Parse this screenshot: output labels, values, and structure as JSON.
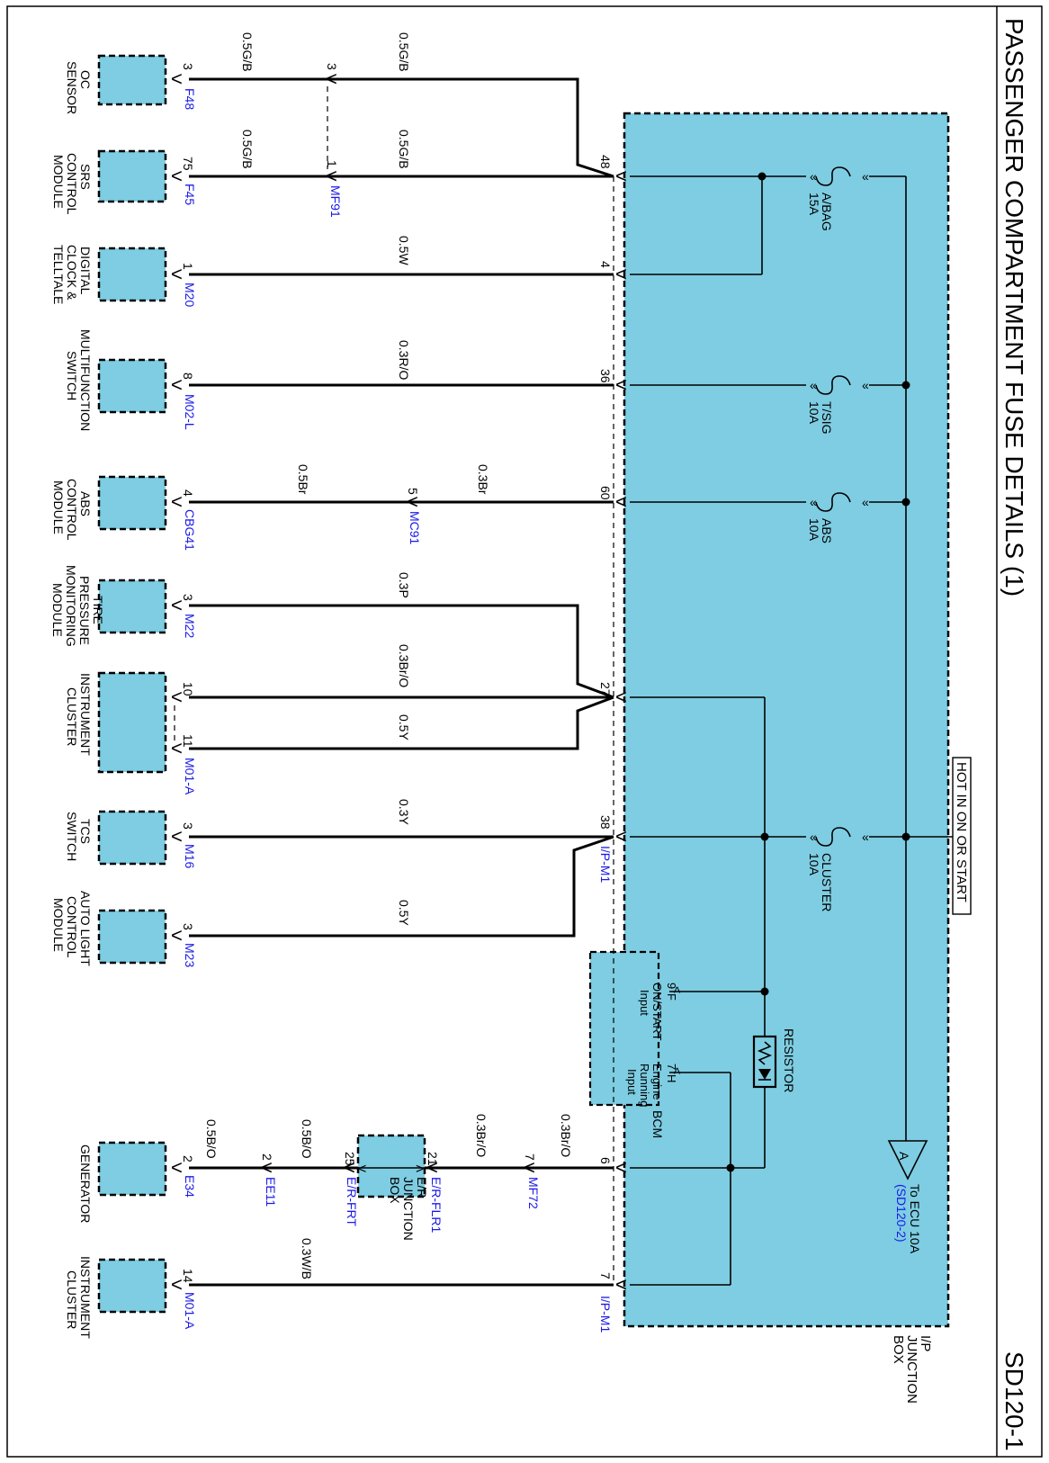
{
  "title": "PASSENGER COMPARTMENT FUSE DETAILS (1)",
  "page_code": "SD120-1",
  "hot_label": "HOT IN ON OR START",
  "junction_box_label": [
    "I/P",
    "JUNCTION",
    "BOX"
  ],
  "ecu": {
    "letter": "A",
    "line1": "To ECU 10A",
    "line2": "(SD120-2)"
  },
  "bcm": {
    "label": "BCM",
    "pin9": "9",
    "pin9_letter": "F",
    "pin9_text": [
      "ON/START",
      "Input"
    ],
    "pin7": "7",
    "pin7_letter": "H",
    "pin7_text": [
      "Engine",
      "Running",
      "Input"
    ]
  },
  "resistor_label": "RESISTOR",
  "fuses": [
    {
      "name": "A/BAG",
      "rating": "15A"
    },
    {
      "name": "T/SIG",
      "rating": "10A"
    },
    {
      "name": "ABS",
      "rating": "10A"
    },
    {
      "name": "CLUSTER",
      "rating": "10A"
    }
  ],
  "components": [
    {
      "name": [
        "OC",
        "SENSOR"
      ],
      "pin": "3",
      "connector": "F48"
    },
    {
      "name": [
        "SRS",
        "CONTROL",
        "MODULE"
      ],
      "pin": "75",
      "connector": "F45"
    },
    {
      "name": [
        "DIGITAL",
        "CLOCK &",
        "TELLTALE"
      ],
      "pin": "1",
      "connector": "M20"
    },
    {
      "name": [
        "MULTIFUNCTION",
        "SWITCH"
      ],
      "pin": "8",
      "connector": "M02-L"
    },
    {
      "name": [
        "ABS",
        "CONTROL",
        "MODULE"
      ],
      "pin": "4",
      "connector": "CBG41"
    },
    {
      "name": [
        "TIRE",
        "PRESSURE",
        "MONITORING",
        "MODULE"
      ],
      "pin": "3",
      "connector": "M22"
    },
    {
      "name": [
        "INSTRUMENT",
        "CLUSTER"
      ],
      "pin": "10",
      "pin2": "11",
      "connector": "M01-A"
    },
    {
      "name": [
        "TCS",
        "SWITCH"
      ],
      "pin": "3",
      "connector": "M16"
    },
    {
      "name": [
        "AUTO LIGHT",
        "CONTROL",
        "MODULE"
      ],
      "pin": "3",
      "connector": "M23"
    },
    {
      "name": [
        "GENERATOR"
      ],
      "pin": "2",
      "connector": "E34"
    },
    {
      "name": [
        "INSTRUMENT",
        "CLUSTER"
      ],
      "pin": "14",
      "connector": "M01-A"
    }
  ],
  "jb_pins": [
    "48",
    "4",
    "36",
    "60",
    "27",
    "38",
    "6",
    "7"
  ],
  "jb_connector": "I/P-M1",
  "wires": {
    "oc_left": "0.5G/B",
    "oc_right": "0.5G/B",
    "srs_left": "0.5G/B",
    "srs_right": "0.5G/B",
    "clock": "0.5W",
    "multi": "0.3R/O",
    "abs_left": "0.5Br",
    "abs_right": "0.3Br",
    "tpms": "0.3P",
    "cluster10": "0.3Br/O",
    "cluster11": "0.5Y",
    "tcs": "0.3Y",
    "autolight": "0.5Y",
    "gen_left": "0.5B/O",
    "gen_mid": "0.5B/O",
    "gen_er": "0.3Br/O",
    "gen_right": "0.3Br/O",
    "cluster14": "0.3W/B"
  },
  "inline_connectors": {
    "mf91": {
      "name": "MF91",
      "pin_top": "3",
      "pin_bottom": "1"
    },
    "mc91": {
      "name": "MC91",
      "pin": "5"
    },
    "mf72": {
      "name": "MF72",
      "pin": "7"
    },
    "ee11": {
      "name": "EE11",
      "pin": "2"
    }
  },
  "er_box": {
    "name": [
      "E/R",
      "JUNCTION",
      "BOX"
    ],
    "left_pin": "25",
    "left_conn": "E/R-FRT",
    "right_pin": "21",
    "right_conn": "E/R-FLR1"
  }
}
